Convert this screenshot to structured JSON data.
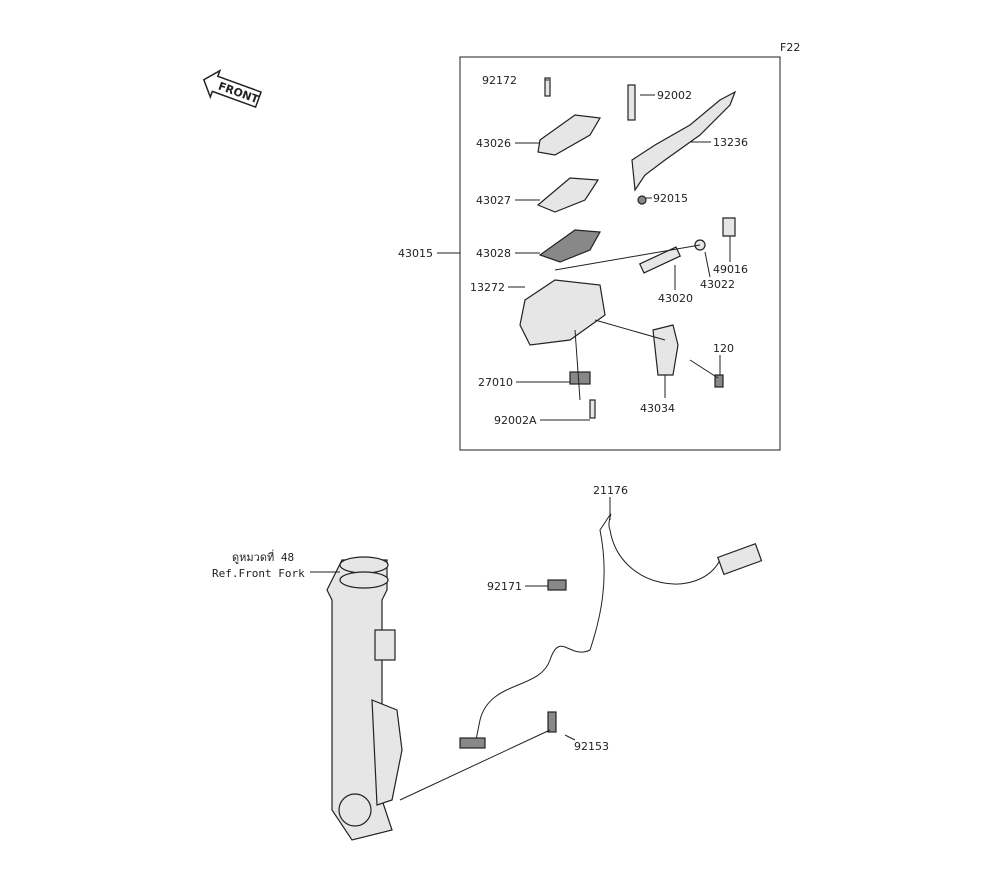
{
  "page_code": "F22",
  "front_arrow_label": "FRONT",
  "parts": {
    "p92172": "92172",
    "p92002": "92002",
    "p43026": "43026",
    "p13236": "13236",
    "p43027": "43027",
    "p92015": "92015",
    "p43015": "43015",
    "p43028": "43028",
    "p49016": "49016",
    "p13272": "13272",
    "p43020": "43020",
    "p43022": "43022",
    "p120": "120",
    "p27010": "27010",
    "p43034": "43034",
    "p92002A": "92002A",
    "p21176": "21176",
    "p92171": "92171",
    "p92153": "92153"
  },
  "reference": {
    "thai": "ดูหมวดที่ 48",
    "english": "Ref.Front Fork"
  }
}
